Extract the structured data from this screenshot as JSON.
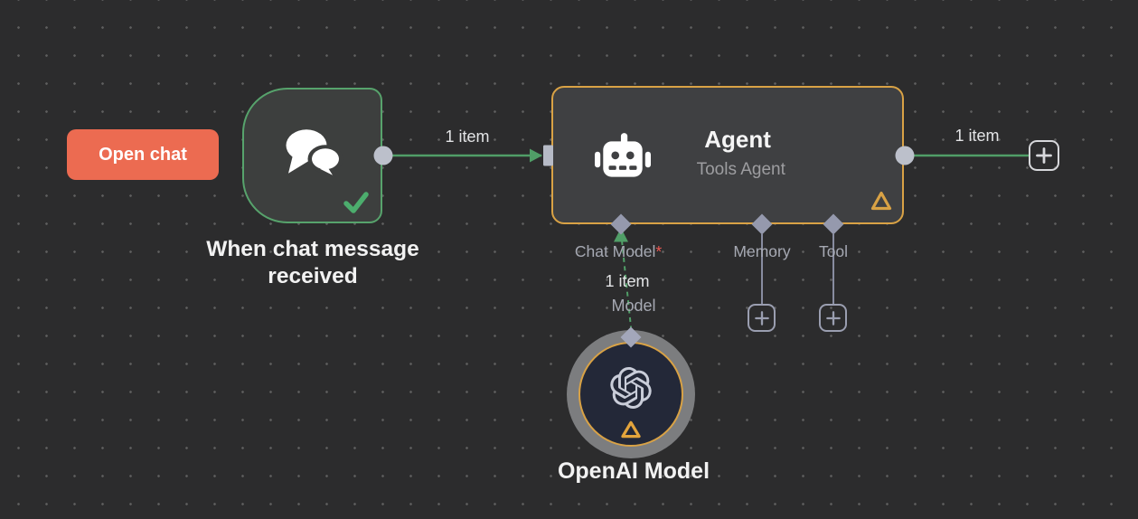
{
  "canvas": {
    "background": "#2c2c2d",
    "grid_dot_color": "#5e5e5e"
  },
  "colors": {
    "connection_green": "#509e67",
    "trigger_border_green": "#57a36c",
    "warning_orange": "#d9a245",
    "connector_gray": "#bcc0cb",
    "diamond_gray": "#9599ad",
    "port_label_gray": "#a6a9b3",
    "required_red": "#ed5853",
    "open_chat_coral": "#ec6b51"
  },
  "open_chat_button": {
    "label": "Open chat"
  },
  "trigger_node": {
    "name": "When chat message received",
    "icon": "chat-bubbles-icon",
    "status_icon": "check-icon"
  },
  "agent_node": {
    "title": "Agent",
    "subtitle": "Tools Agent",
    "icon": "robot-icon",
    "warning_icon": "warning-triangle-icon",
    "ports": [
      {
        "label": "Chat Model",
        "required_marker": "*"
      },
      {
        "label": "Memory",
        "required_marker": ""
      },
      {
        "label": "Tool",
        "required_marker": ""
      }
    ]
  },
  "openai_node": {
    "name": "OpenAI Model",
    "icon": "openai-logo-icon",
    "warning_icon": "warning-triangle-icon"
  },
  "connections": {
    "trigger_to_agent": {
      "label": "1 item"
    },
    "agent_to_next": {
      "label": "1 item"
    },
    "model_to_agent": {
      "label": "1 item",
      "sublabel": "Model"
    }
  }
}
